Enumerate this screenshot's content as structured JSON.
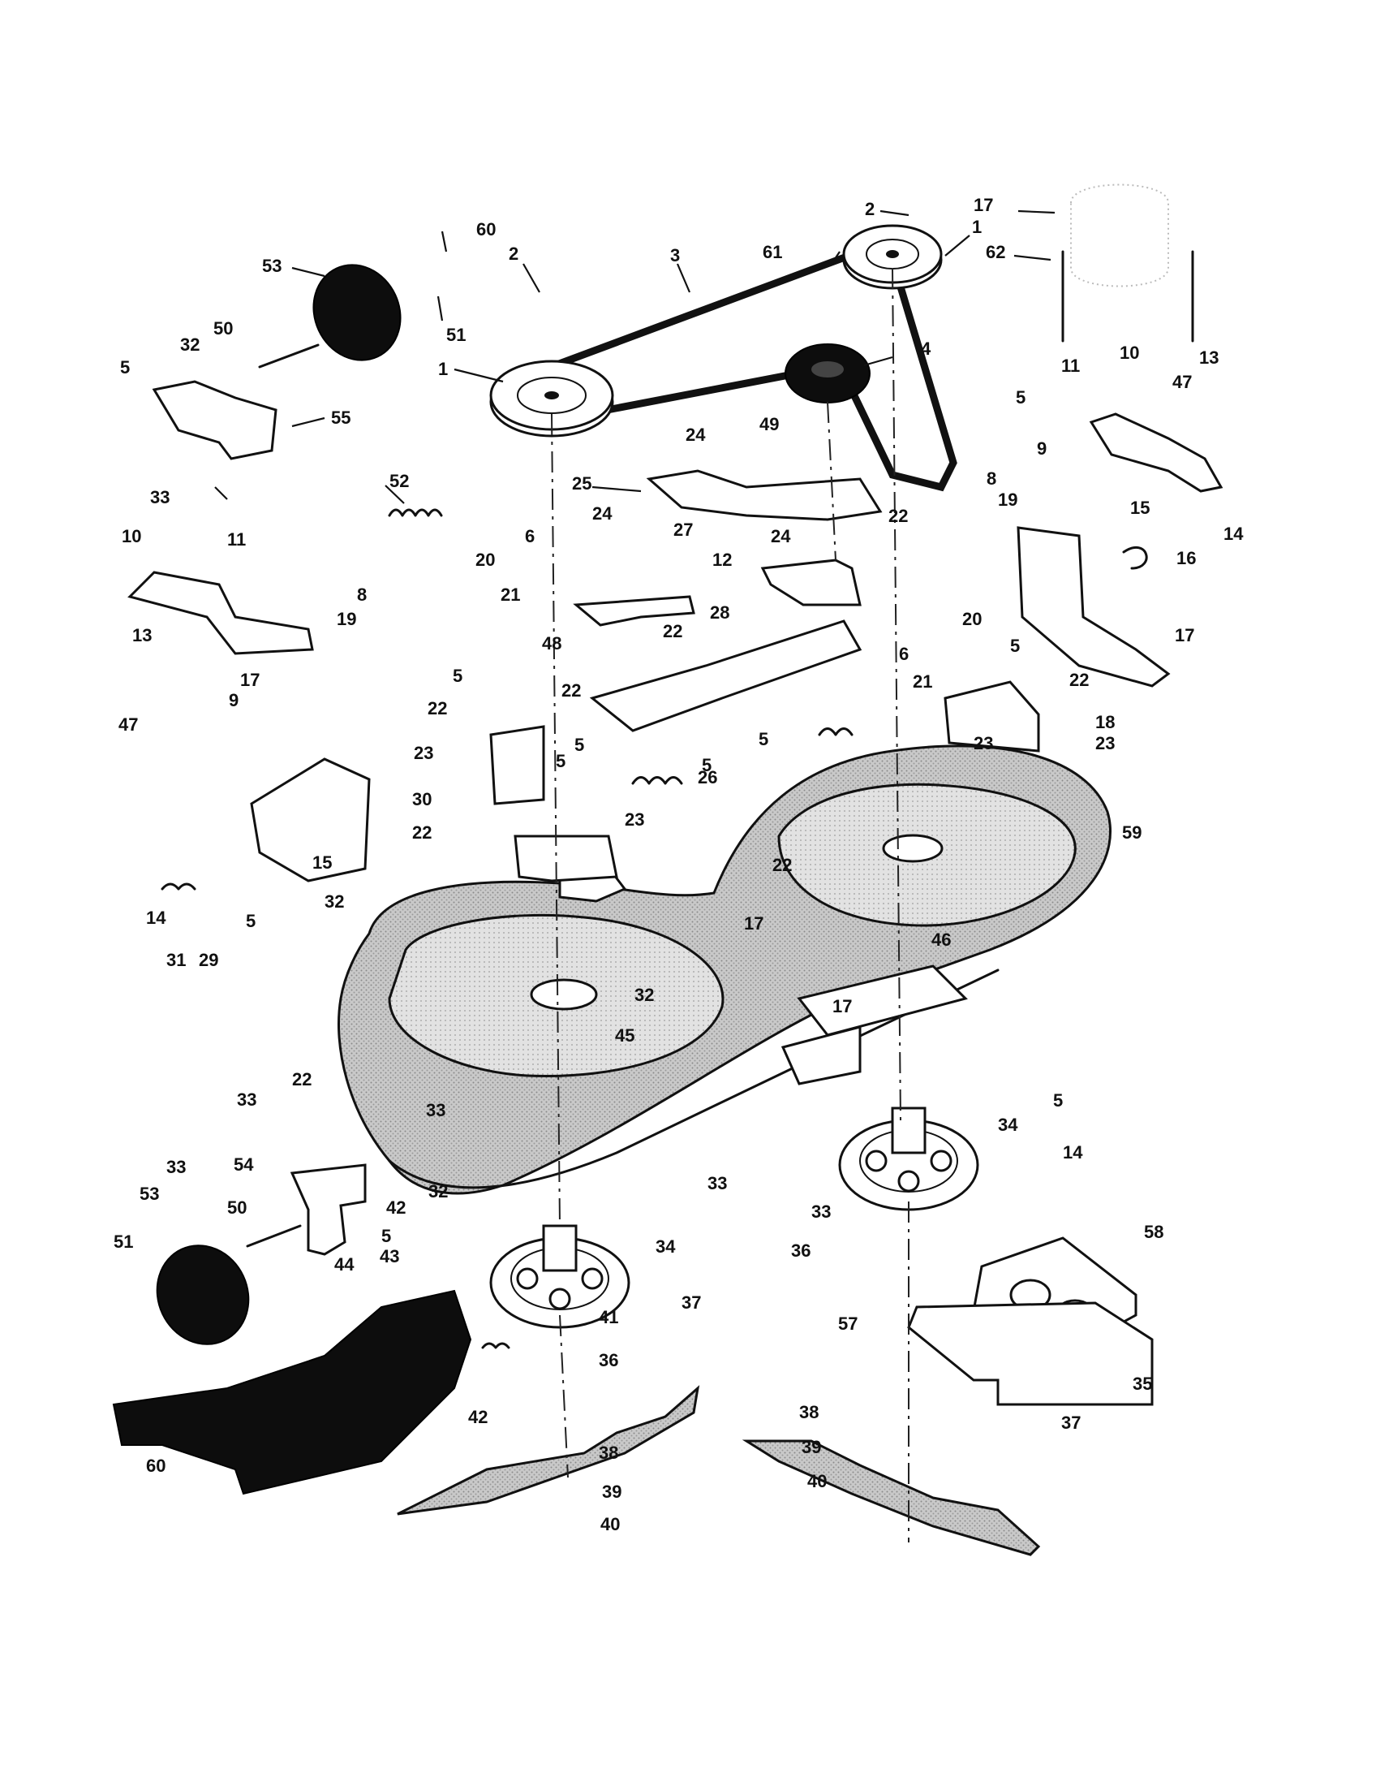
{
  "diagram": {
    "callouts": [
      {
        "id": "c1",
        "text": "1"
      },
      {
        "id": "c2",
        "text": "1"
      },
      {
        "id": "c3",
        "text": "2"
      },
      {
        "id": "c4",
        "text": "2"
      },
      {
        "id": "c5",
        "text": "3"
      },
      {
        "id": "c6",
        "text": "4"
      },
      {
        "id": "c7",
        "text": "5"
      },
      {
        "id": "c8",
        "text": "5"
      },
      {
        "id": "c9",
        "text": "5"
      },
      {
        "id": "c10",
        "text": "5"
      },
      {
        "id": "c11",
        "text": "5"
      },
      {
        "id": "c12",
        "text": "5"
      },
      {
        "id": "c13",
        "text": "5"
      },
      {
        "id": "c14",
        "text": "5"
      },
      {
        "id": "c15",
        "text": "5"
      },
      {
        "id": "c16",
        "text": "5"
      },
      {
        "id": "c17",
        "text": "5"
      },
      {
        "id": "c18",
        "text": "6"
      },
      {
        "id": "c19",
        "text": "6"
      },
      {
        "id": "c20",
        "text": "8"
      },
      {
        "id": "c21",
        "text": "8"
      },
      {
        "id": "c22",
        "text": "9"
      },
      {
        "id": "c23",
        "text": "9"
      },
      {
        "id": "c24",
        "text": "10"
      },
      {
        "id": "c25",
        "text": "10"
      },
      {
        "id": "c26",
        "text": "11"
      },
      {
        "id": "c27",
        "text": "11"
      },
      {
        "id": "c28",
        "text": "12"
      },
      {
        "id": "c29",
        "text": "13"
      },
      {
        "id": "c30",
        "text": "13"
      },
      {
        "id": "c31",
        "text": "14"
      },
      {
        "id": "c32",
        "text": "14"
      },
      {
        "id": "c33",
        "text": "14"
      },
      {
        "id": "c34",
        "text": "15"
      },
      {
        "id": "c35",
        "text": "15"
      },
      {
        "id": "c36",
        "text": "16"
      },
      {
        "id": "c37",
        "text": "17"
      },
      {
        "id": "c38",
        "text": "17"
      },
      {
        "id": "c39",
        "text": "17"
      },
      {
        "id": "c40",
        "text": "17"
      },
      {
        "id": "c41",
        "text": "17"
      },
      {
        "id": "c42",
        "text": "18"
      },
      {
        "id": "c43",
        "text": "19"
      },
      {
        "id": "c44",
        "text": "19"
      },
      {
        "id": "c45",
        "text": "20"
      },
      {
        "id": "c46",
        "text": "20"
      },
      {
        "id": "c47",
        "text": "21"
      },
      {
        "id": "c48",
        "text": "21"
      },
      {
        "id": "c49",
        "text": "22"
      },
      {
        "id": "c50",
        "text": "22"
      },
      {
        "id": "c51",
        "text": "22"
      },
      {
        "id": "c52",
        "text": "22"
      },
      {
        "id": "c53",
        "text": "22"
      },
      {
        "id": "c54",
        "text": "22"
      },
      {
        "id": "c55",
        "text": "22"
      },
      {
        "id": "c56",
        "text": "22"
      },
      {
        "id": "c57",
        "text": "23"
      },
      {
        "id": "c58",
        "text": "23"
      },
      {
        "id": "c59",
        "text": "23"
      },
      {
        "id": "c60",
        "text": "23"
      },
      {
        "id": "c61",
        "text": "24"
      },
      {
        "id": "c62",
        "text": "24"
      },
      {
        "id": "c63",
        "text": "24"
      },
      {
        "id": "c64",
        "text": "25"
      },
      {
        "id": "c65",
        "text": "26"
      },
      {
        "id": "c66",
        "text": "27"
      },
      {
        "id": "c67",
        "text": "28"
      },
      {
        "id": "c68",
        "text": "29"
      },
      {
        "id": "c69",
        "text": "30"
      },
      {
        "id": "c70",
        "text": "31"
      },
      {
        "id": "c71",
        "text": "32"
      },
      {
        "id": "c72",
        "text": "32"
      },
      {
        "id": "c73",
        "text": "32"
      },
      {
        "id": "c74",
        "text": "32"
      },
      {
        "id": "c75",
        "text": "33"
      },
      {
        "id": "c76",
        "text": "33"
      },
      {
        "id": "c77",
        "text": "33"
      },
      {
        "id": "c78",
        "text": "33"
      },
      {
        "id": "c79",
        "text": "33"
      },
      {
        "id": "c80",
        "text": "33"
      },
      {
        "id": "c81",
        "text": "34"
      },
      {
        "id": "c82",
        "text": "34"
      },
      {
        "id": "c83",
        "text": "35"
      },
      {
        "id": "c84",
        "text": "36"
      },
      {
        "id": "c85",
        "text": "36"
      },
      {
        "id": "c86",
        "text": "37"
      },
      {
        "id": "c87",
        "text": "37"
      },
      {
        "id": "c88",
        "text": "38"
      },
      {
        "id": "c89",
        "text": "38"
      },
      {
        "id": "c90",
        "text": "39"
      },
      {
        "id": "c91",
        "text": "39"
      },
      {
        "id": "c92",
        "text": "40"
      },
      {
        "id": "c93",
        "text": "40"
      },
      {
        "id": "c94",
        "text": "41"
      },
      {
        "id": "c95",
        "text": "42"
      },
      {
        "id": "c96",
        "text": "42"
      },
      {
        "id": "c97",
        "text": "43"
      },
      {
        "id": "c98",
        "text": "44"
      },
      {
        "id": "c99",
        "text": "45"
      },
      {
        "id": "c100",
        "text": "46"
      },
      {
        "id": "c101",
        "text": "47"
      },
      {
        "id": "c102",
        "text": "47"
      },
      {
        "id": "c103",
        "text": "48"
      },
      {
        "id": "c104",
        "text": "49"
      },
      {
        "id": "c105",
        "text": "50"
      },
      {
        "id": "c106",
        "text": "50"
      },
      {
        "id": "c107",
        "text": "51"
      },
      {
        "id": "c108",
        "text": "51"
      },
      {
        "id": "c109",
        "text": "52"
      },
      {
        "id": "c110",
        "text": "53"
      },
      {
        "id": "c111",
        "text": "53"
      },
      {
        "id": "c112",
        "text": "54"
      },
      {
        "id": "c113",
        "text": "55"
      },
      {
        "id": "c114",
        "text": "57"
      },
      {
        "id": "c115",
        "text": "58"
      },
      {
        "id": "c116",
        "text": "59"
      },
      {
        "id": "c117",
        "text": "60"
      },
      {
        "id": "c118",
        "text": "60"
      },
      {
        "id": "c119",
        "text": "61"
      },
      {
        "id": "c120",
        "text": "62"
      }
    ]
  }
}
